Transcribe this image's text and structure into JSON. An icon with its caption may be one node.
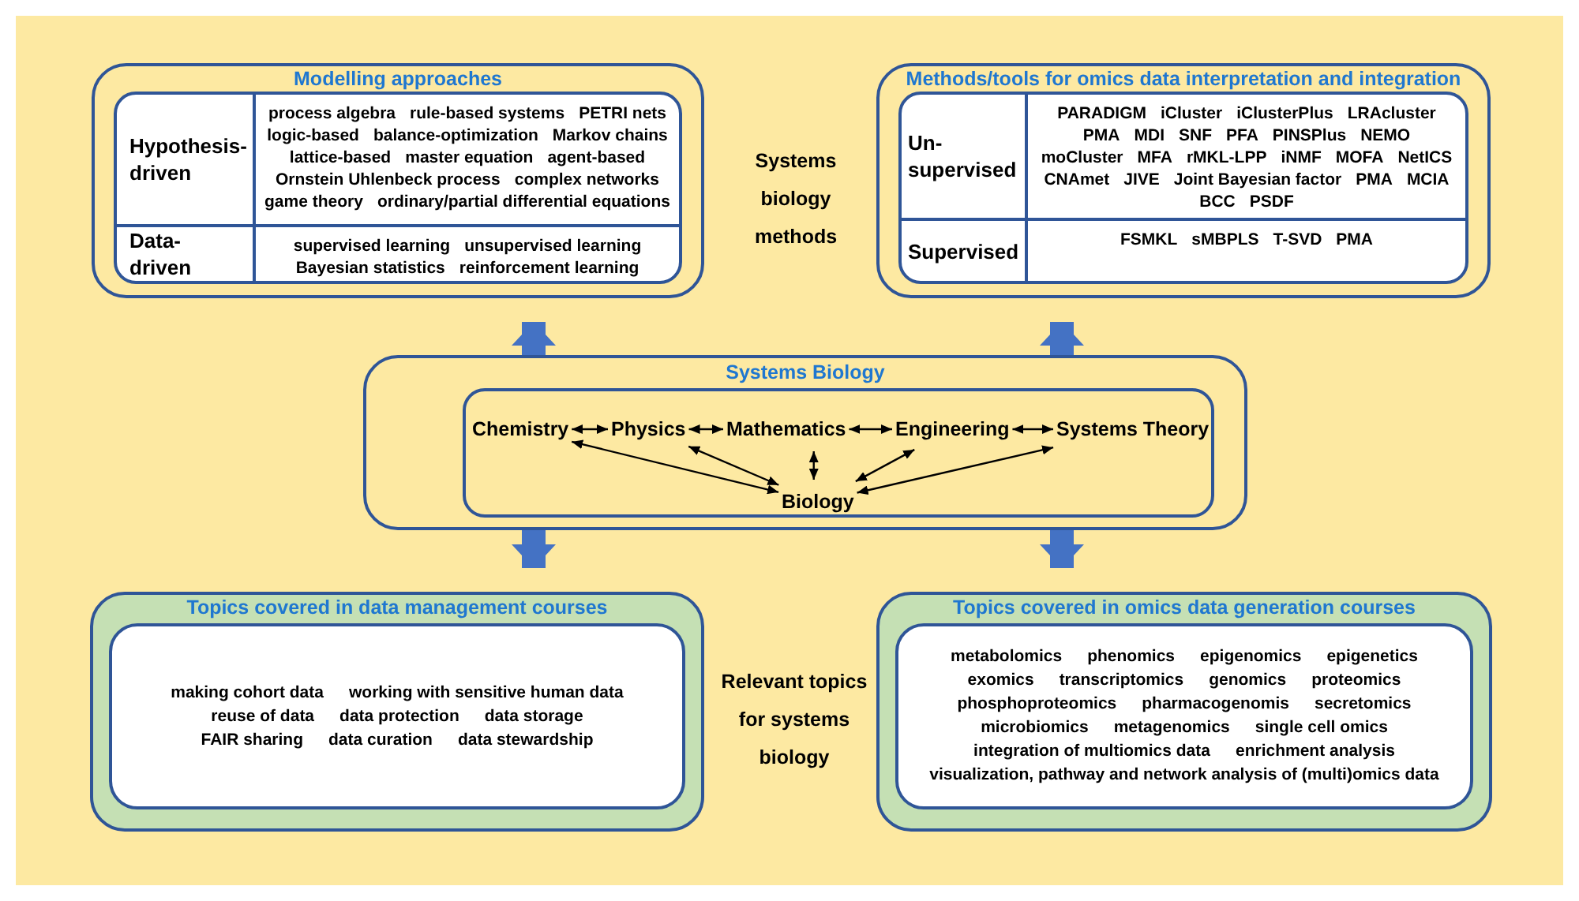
{
  "diagram": {
    "nodes": [
      {
        "text": [
          "Modelling approaches"
        ]
      },
      {
        "text": [
          "Hypothesis-driven",
          "process algebra",
          "rule-based systems",
          "PETRI nets",
          "logic-based",
          "balance-optimization",
          "Markov chains",
          "lattice-based",
          "master equation",
          "agent-based",
          "Ornstein Uhlenbeck process",
          "complex networks",
          "game theory",
          "ordinary/partial differential equations"
        ],
        "in": 0
      },
      {
        "text": [
          "Data-driven",
          "supervised learning",
          "unsupervised learning",
          "Bayesian statistics",
          "reinforcement learning"
        ],
        "in": 0
      },
      {
        "text": [
          "Systems biology methods"
        ]
      },
      {
        "text": [
          "Methods/tools for omics data interpretation and integration"
        ]
      },
      {
        "text": [
          "Un-supervised",
          "PARADIGM",
          "iCluster",
          "iClusterPlus",
          "LRAcluster",
          "PMA",
          "MDI",
          "SNF",
          "PFA",
          "PINSPlus",
          "NEMO",
          "moCluster",
          "MFA",
          "rMKL-LPP",
          "iNMF",
          "MOFA",
          "NetICS",
          "CNAmet",
          "JIVE",
          "Joint Bayesian factor",
          "PMA",
          "MCIA",
          "BCC",
          "PSDF"
        ],
        "in": 4
      },
      {
        "text": [
          "Supervised",
          "FSMKL",
          "sMBPLS",
          "T-SVD",
          "PMA"
        ],
        "in": 4
      },
      {
        "text": [
          "Systems Biology"
        ]
      },
      {
        "text": [
          "Chemistry"
        ],
        "in": 7
      },
      {
        "text": [
          "Physics"
        ],
        "in": 7
      },
      {
        "text": [
          "Mathematics"
        ],
        "in": 7
      },
      {
        "text": [
          "Engineering"
        ],
        "in": 7
      },
      {
        "text": [
          "Systems Theory"
        ],
        "in": 7
      },
      {
        "text": [
          "Biology"
        ],
        "in": 7
      },
      {
        "text": [
          "Topics covered in data management courses"
        ]
      },
      {
        "text": [
          "making cohort data",
          "working with sensitive human data",
          "reuse of data",
          "data protection",
          "data storage",
          "FAIR sharing",
          "data curation",
          "data stewardship"
        ],
        "in": 14
      },
      {
        "text": [
          "Relevant topics for systems biology"
        ]
      },
      {
        "text": [
          "Topics covered in omics data generation courses"
        ]
      },
      {
        "text": [
          "metabolomics",
          "phenomics",
          "epigenomics",
          "epigenetics",
          "exomics",
          "transcriptomics",
          "genomics",
          "proteomics",
          "phosphoproteomics",
          "pharmacogenomis",
          "secretomics",
          "microbiomics",
          "metagenomics",
          "single cell omics",
          "integration of multiomics data",
          "enrichment analysis",
          "visualization, pathway and network analysis of (multi)omics data"
        ],
        "in": 17
      }
    ],
    "edges": [
      {
        "from": 7,
        "to": 0,
        "arrow": "to",
        "style": "thick",
        "color": "#4472c4"
      },
      {
        "from": 7,
        "to": 4,
        "arrow": "to",
        "style": "thick",
        "color": "#4472c4"
      },
      {
        "from": 7,
        "to": 14,
        "arrow": "to",
        "style": "thick",
        "color": "#4472c4"
      },
      {
        "from": 7,
        "to": 17,
        "arrow": "to",
        "style": "thick",
        "color": "#4472c4"
      },
      {
        "from": 8,
        "to": 9,
        "arrow": "both"
      },
      {
        "from": 9,
        "to": 10,
        "arrow": "both"
      },
      {
        "from": 10,
        "to": 11,
        "arrow": "both"
      },
      {
        "from": 11,
        "to": 12,
        "arrow": "both"
      },
      {
        "from": 8,
        "to": 13,
        "arrow": "both"
      },
      {
        "from": 9,
        "to": 13,
        "arrow": "both"
      },
      {
        "from": 10,
        "to": 13,
        "arrow": "both"
      },
      {
        "from": 11,
        "to": 13,
        "arrow": "both"
      },
      {
        "from": 12,
        "to": 13,
        "arrow": "both"
      }
    ]
  }
}
